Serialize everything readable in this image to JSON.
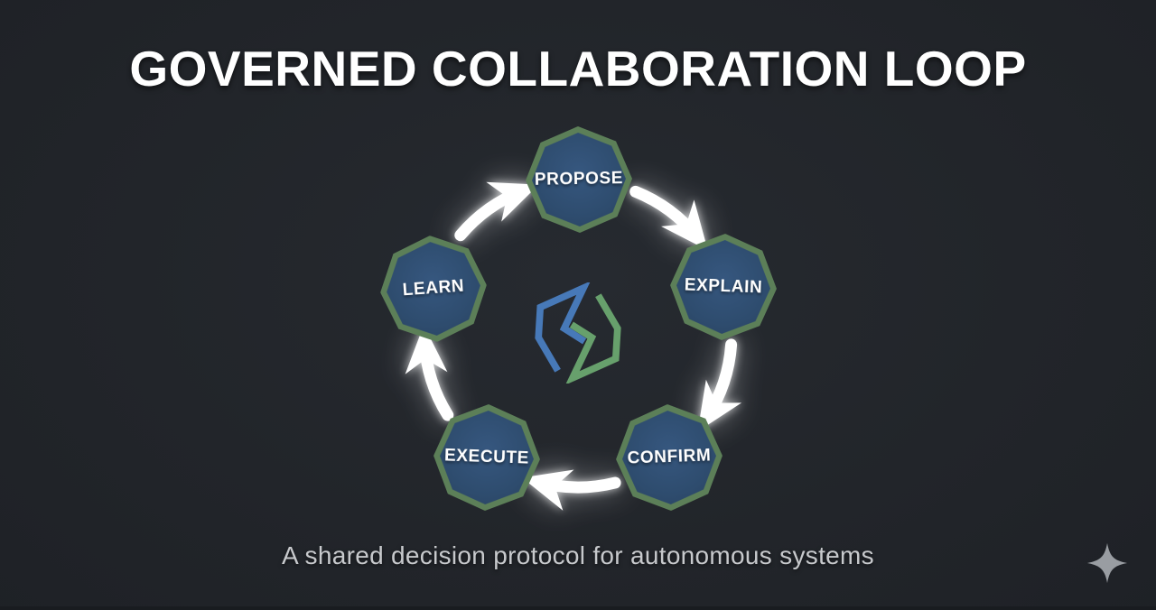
{
  "title": "GOVERNED COLLABORATION LOOP",
  "subtitle": "A shared decision protocol for autonomous systems",
  "loop": {
    "direction": "clockwise",
    "nodes": [
      {
        "id": "propose",
        "label": "PROPOSE",
        "position": "top"
      },
      {
        "id": "explain",
        "label": "EXPLAIN",
        "position": "right"
      },
      {
        "id": "confirm",
        "label": "CONFIRM",
        "position": "bottom-right"
      },
      {
        "id": "execute",
        "label": "EXECUTE",
        "position": "bottom-left"
      },
      {
        "id": "learn",
        "label": "LEARN",
        "position": "left"
      }
    ],
    "flow_arrows": [
      {
        "from": "PROPOSE",
        "to": "EXPLAIN"
      },
      {
        "from": "EXPLAIN",
        "to": "CONFIRM"
      },
      {
        "from": "CONFIRM",
        "to": "EXECUTE"
      },
      {
        "from": "EXECUTE",
        "to": "LEARN"
      },
      {
        "from": "LEARN",
        "to": "PROPOSE"
      }
    ]
  },
  "icons": {
    "center_logo": "interlocked-hexagon-ribbons-logo",
    "corner_mark": "four-point-sparkle"
  },
  "colors": {
    "background": "#22252a",
    "node_fill": "#2e4c6e",
    "node_border": "#5c7f58",
    "arrow": "#ffffff",
    "title_text": "#ffffff",
    "subtitle_text": "#c7c9cc",
    "logo_blue": "#4779b8",
    "logo_green": "#67a06c",
    "sparkle_gray": "#999da2"
  }
}
